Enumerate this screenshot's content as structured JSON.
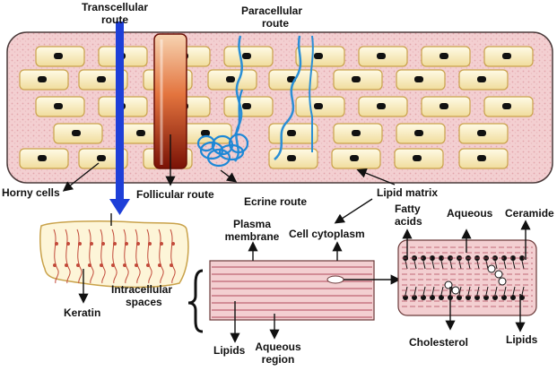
{
  "labels": {
    "transcellular": "Transcellular",
    "route_a": "route",
    "paracellular": "Paracellular",
    "route_b": "route",
    "horny_cells": "Horny cells",
    "follicular_route": "Follicular route",
    "ecrine_route": "Ecrine route",
    "lipid_matrix": "Lipid matrix",
    "plasma": "Plasma",
    "membrane": "membrane",
    "cell_cytoplasm": "Cell cytoplasm",
    "fatty": "Fatty",
    "acids": "acids",
    "aqueous_top": "Aqueous",
    "ceramide": "Ceramide",
    "intracellular": "Intracellular",
    "spaces": "spaces",
    "keratin": "Keratin",
    "lipids_left": "Lipids",
    "aqueous": "Aqueous",
    "region": "region",
    "cholesterol": "Cholesterol",
    "lipids_right": "Lipids"
  },
  "colors": {
    "tissue": "#f3cfd1",
    "cell_fill": "#f8ecbc",
    "cell_border": "#c9a24a",
    "nucleus": "#111111",
    "transcellular_arrow": "#1e3fd8",
    "ecrine": "#2a8fd6",
    "follicle_dark": "#8a1a0a",
    "follicle_light": "#f4c69a",
    "stripe": "#b04a5a"
  },
  "icons": [
    "transcellular-arrow",
    "follicle-tube",
    "paracellular-path",
    "ecrine-coil",
    "bracket"
  ]
}
